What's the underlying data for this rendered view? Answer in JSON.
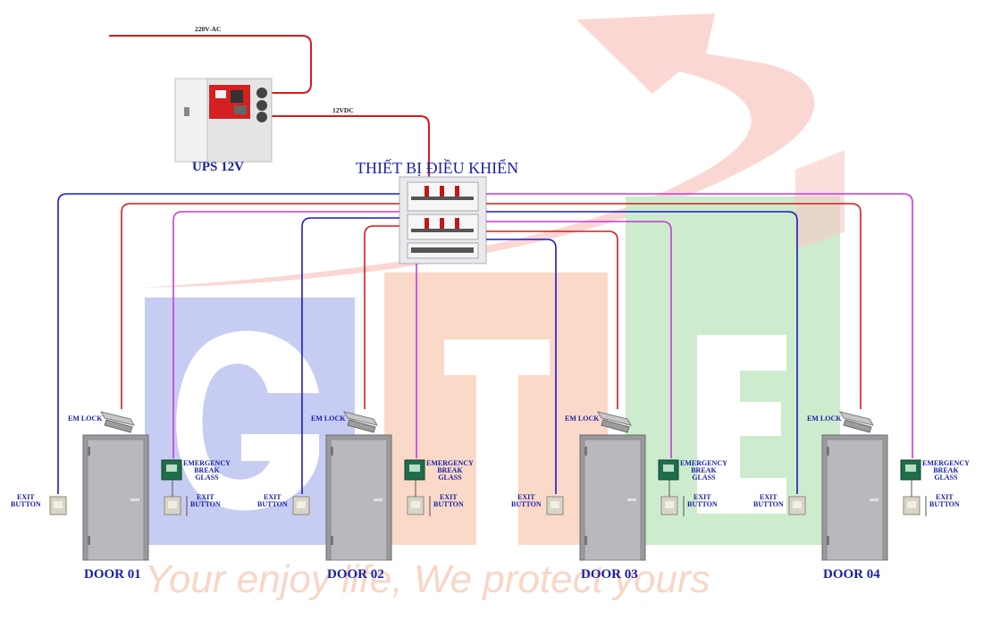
{
  "title": "THIẾT BỊ ĐIỀU KHIỂN",
  "ups": {
    "label": "UPS 12V"
  },
  "wires": {
    "ac": "220V-AC",
    "dc": "12VDC"
  },
  "logo": {
    "letters": [
      "G",
      "T",
      "E"
    ],
    "slogan": "Your enjoy life, We protect yours"
  },
  "components": {
    "em_lock": "EM LOCK",
    "emergency": [
      "EMERGENCY",
      "BREAK",
      "GLASS"
    ],
    "exit_left": [
      "EXIT",
      "BUTTON"
    ],
    "exit_right": [
      "EXIT",
      "BUTTON"
    ]
  },
  "doors": [
    {
      "label": "DOOR 01"
    },
    {
      "label": "DOOR 02"
    },
    {
      "label": "DOOR 03"
    },
    {
      "label": "DOOR 04"
    }
  ],
  "colors": {
    "blue_wire": "#1a1acc",
    "red_wire": "#d81a1a",
    "magenta_wire": "#c83ad8",
    "label_blue": "#1a22a8",
    "logo_blue": "#c6ccf2",
    "logo_orange": "#fbd9c8",
    "logo_green": "#cdeccd"
  }
}
